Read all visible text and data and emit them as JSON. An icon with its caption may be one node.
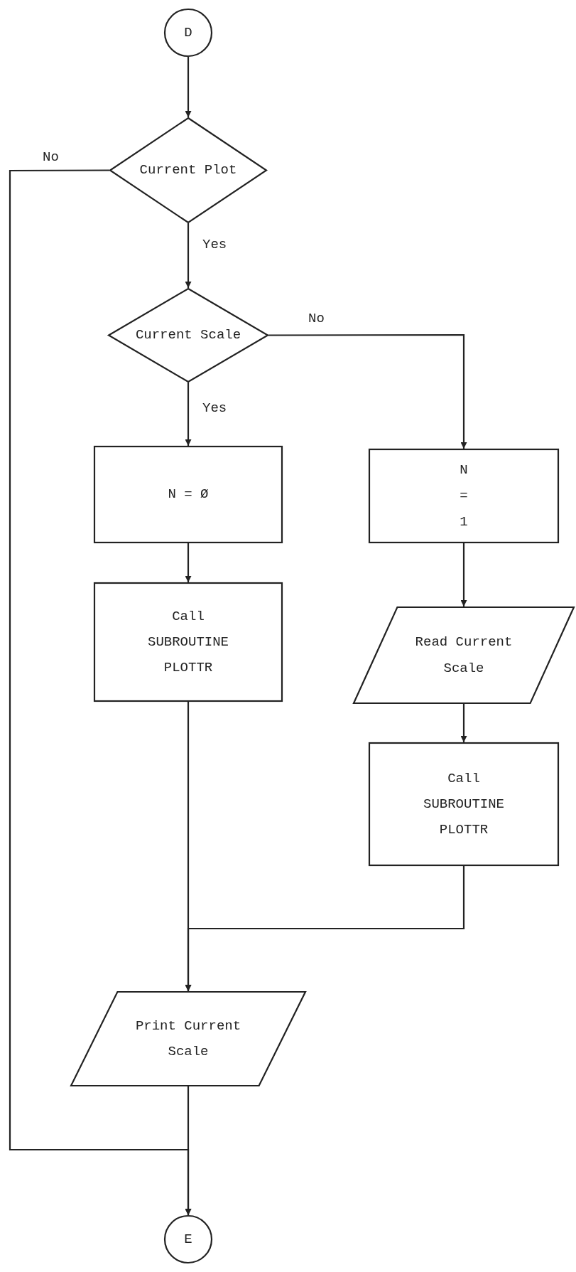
{
  "diagram": {
    "nodes": [
      {
        "text": [
          "D"
        ]
      },
      {
        "text": [
          "Current Plot"
        ]
      },
      {
        "text": [
          "Current Scale"
        ]
      },
      {
        "text": [
          "N = Ø"
        ]
      },
      {
        "text": [
          "N = 1"
        ]
      },
      {
        "text": [
          "Call SUBROUTINE PLOTTR"
        ]
      },
      {
        "text": [
          "Read Current Scale"
        ]
      },
      {
        "text": [
          "Call SUBROUTINE PLOTTR"
        ]
      },
      {
        "text": [
          "Print Current Scale"
        ]
      },
      {
        "text": [
          "E"
        ]
      }
    ],
    "edges": [
      {
        "from": 0,
        "to": 1,
        "arrow": "to"
      },
      {
        "from": 1,
        "to": 9,
        "arrow": "to",
        "label": "No"
      },
      {
        "from": 1,
        "to": 2,
        "arrow": "to",
        "label": "Yes"
      },
      {
        "from": 2,
        "to": 3,
        "arrow": "to",
        "label": "Yes"
      },
      {
        "from": 2,
        "to": 4,
        "arrow": "to",
        "label": "No"
      },
      {
        "from": 3,
        "to": 5,
        "arrow": "to"
      },
      {
        "from": 4,
        "to": 6,
        "arrow": "to"
      },
      {
        "from": 6,
        "to": 7,
        "arrow": "to"
      },
      {
        "from": 5,
        "to": 8,
        "arrow": "to"
      },
      {
        "from": 7,
        "to": 8,
        "arrow": "to"
      },
      {
        "from": 8,
        "to": 9,
        "arrow": "to"
      }
    ]
  }
}
